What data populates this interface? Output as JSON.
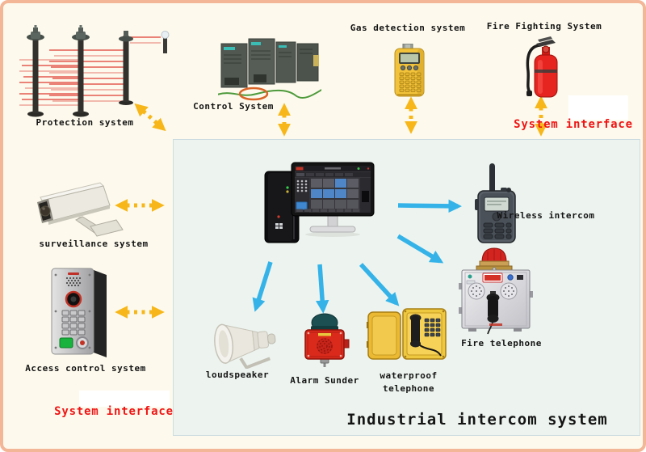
{
  "diagram": {
    "title": "Industrial intercom system",
    "labels": {
      "protection": "Protection system",
      "control": "Control System",
      "gas": "Gas detection system",
      "fire_fighting": "Fire Fighting System",
      "system_interface_top": "System interface",
      "surveillance": "surveillance system",
      "access": "Access control system",
      "system_interface_bottom": "System interface",
      "wireless": "Wireless intercom",
      "fire_telephone": "Fire telephone",
      "waterproof_line1": "waterproof",
      "waterproof_line2": "telephone",
      "alarm": "Alarm Sunder",
      "loudspeaker": "loudspeaker"
    },
    "colors": {
      "page_background": "#fdfaed",
      "page_border": "#f3b697",
      "panel_background": "#edf4ef",
      "panel_border": "#ccdbe0",
      "link_arrow_yellow": "#f7b71a",
      "link_arrow_blue": "#35b3e8",
      "interface_text_red": "#f01414",
      "label_text": "#141414",
      "beam_red": "#e04038"
    }
  }
}
